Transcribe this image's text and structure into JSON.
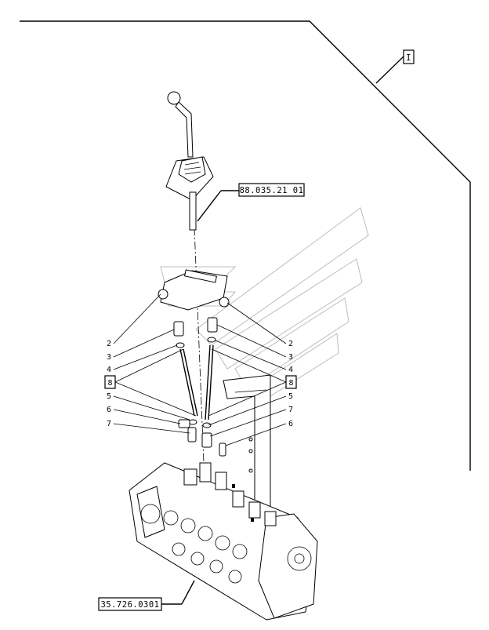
{
  "frame": {
    "group_label": "I"
  },
  "references": {
    "lever_ref": "88.035.21 01",
    "valve_ref": "35.726.0301"
  },
  "callouts": {
    "left": [
      "2",
      "3",
      "4",
      "8",
      "5",
      "6",
      "7"
    ],
    "right": [
      "2",
      "3",
      "4",
      "8",
      "5",
      "7",
      "6"
    ]
  }
}
